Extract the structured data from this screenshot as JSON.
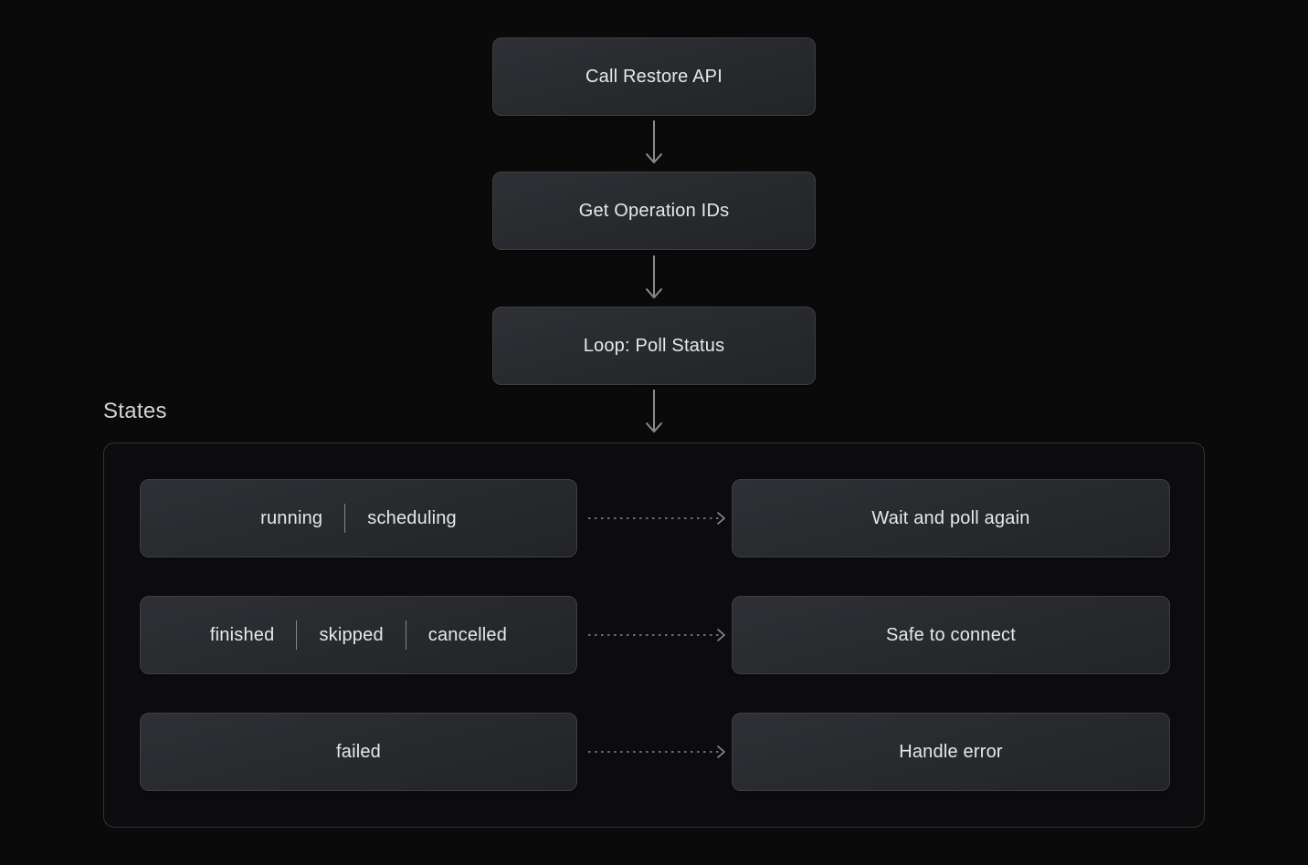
{
  "flow": {
    "top_nodes": [
      {
        "id": "call-restore-api",
        "label": "Call Restore API"
      },
      {
        "id": "get-operation-ids",
        "label": "Get Operation IDs"
      },
      {
        "id": "loop-poll-status",
        "label": "Loop: Poll Status"
      }
    ],
    "states_section": {
      "label": "States",
      "rows": [
        {
          "states": [
            "running",
            "scheduling"
          ],
          "action": "Wait and poll again"
        },
        {
          "states": [
            "finished",
            "skipped",
            "cancelled"
          ],
          "action": "Safe to connect"
        },
        {
          "states": [
            "failed"
          ],
          "action": "Handle error"
        }
      ]
    }
  },
  "colors": {
    "background": "#0a0a0b",
    "node_fill_top": "#2e3035",
    "node_fill_bottom": "#222428",
    "node_border": "#3d3f45",
    "node_text": "#e7e8ea",
    "container_border": "#313338",
    "states_label_text": "#d2d3d5",
    "arrow": "#8b8c90",
    "separator": "#94969b"
  }
}
